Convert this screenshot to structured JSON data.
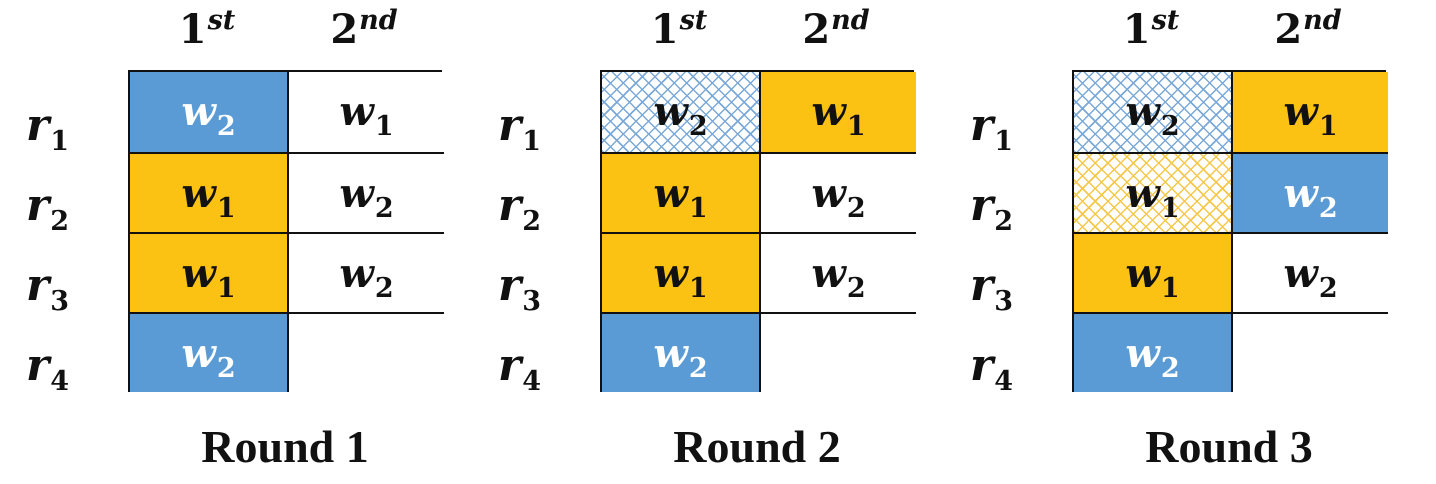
{
  "column_headers": [
    {
      "num": "1",
      "suffix": "st"
    },
    {
      "num": "2",
      "suffix": "nd"
    }
  ],
  "row_labels": [
    {
      "base": "r",
      "sub": "1"
    },
    {
      "base": "r",
      "sub": "2"
    },
    {
      "base": "r",
      "sub": "3"
    },
    {
      "base": "r",
      "sub": "4"
    }
  ],
  "colors": {
    "blue": "#5b9bd5",
    "gold": "#fbc213",
    "border": "#111111"
  },
  "rounds": [
    {
      "title": "Round 1",
      "cells": [
        [
          {
            "base": "w",
            "sub": "2",
            "fill": "blue"
          },
          {
            "base": "w",
            "sub": "1",
            "fill": "white"
          }
        ],
        [
          {
            "base": "w",
            "sub": "1",
            "fill": "gold"
          },
          {
            "base": "w",
            "sub": "2",
            "fill": "white"
          }
        ],
        [
          {
            "base": "w",
            "sub": "1",
            "fill": "gold"
          },
          {
            "base": "w",
            "sub": "2",
            "fill": "white"
          }
        ],
        [
          {
            "base": "w",
            "sub": "2",
            "fill": "blue"
          },
          {
            "base": "",
            "sub": "",
            "fill": "white"
          }
        ]
      ]
    },
    {
      "title": "Round 2",
      "cells": [
        [
          {
            "base": "w",
            "sub": "2",
            "fill": "hatch-blue"
          },
          {
            "base": "w",
            "sub": "1",
            "fill": "gold"
          }
        ],
        [
          {
            "base": "w",
            "sub": "1",
            "fill": "gold"
          },
          {
            "base": "w",
            "sub": "2",
            "fill": "white"
          }
        ],
        [
          {
            "base": "w",
            "sub": "1",
            "fill": "gold"
          },
          {
            "base": "w",
            "sub": "2",
            "fill": "white"
          }
        ],
        [
          {
            "base": "w",
            "sub": "2",
            "fill": "blue"
          },
          {
            "base": "",
            "sub": "",
            "fill": "white"
          }
        ]
      ]
    },
    {
      "title": "Round 3",
      "cells": [
        [
          {
            "base": "w",
            "sub": "2",
            "fill": "hatch-blue"
          },
          {
            "base": "w",
            "sub": "1",
            "fill": "gold"
          }
        ],
        [
          {
            "base": "w",
            "sub": "1",
            "fill": "hatch-gold"
          },
          {
            "base": "w",
            "sub": "2",
            "fill": "blue"
          }
        ],
        [
          {
            "base": "w",
            "sub": "1",
            "fill": "gold"
          },
          {
            "base": "w",
            "sub": "2",
            "fill": "white"
          }
        ],
        [
          {
            "base": "w",
            "sub": "2",
            "fill": "blue"
          },
          {
            "base": "",
            "sub": "",
            "fill": "white"
          }
        ]
      ]
    }
  ]
}
